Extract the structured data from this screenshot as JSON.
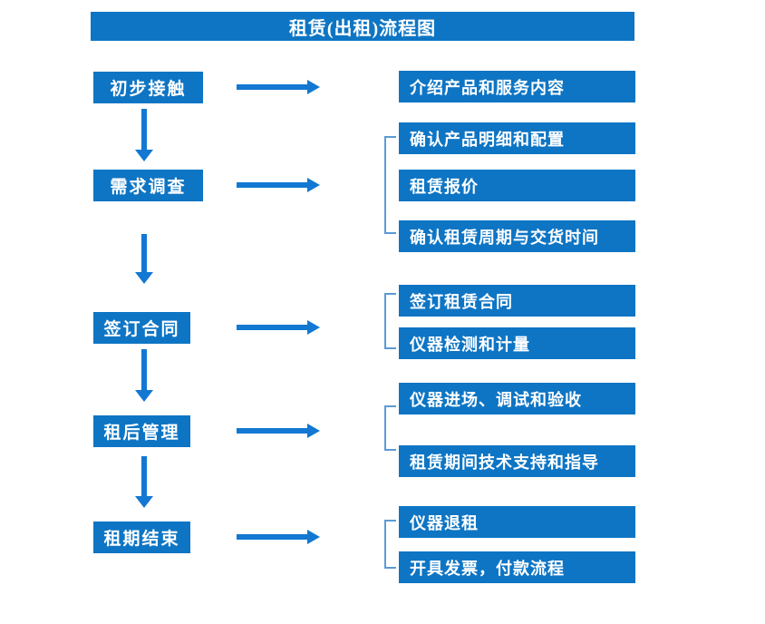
{
  "title": "租赁(出租)流程图",
  "colors": {
    "box_blue": "#0E75C4",
    "arrow_blue": "#1278D2",
    "bracket_blue": "#5B9BD5",
    "text_white": "#FFFFFF"
  },
  "steps": [
    {
      "label": "初步接触",
      "outputs": [
        "介绍产品和服务内容"
      ]
    },
    {
      "label": "需求调查",
      "outputs": [
        "确认产品明细和配置",
        "租赁报价",
        "确认租赁周期与交货时间"
      ]
    },
    {
      "label": "签订合同",
      "outputs": [
        "签订租赁合同",
        "仪器检测和计量"
      ]
    },
    {
      "label": "租后管理",
      "outputs": [
        "仪器进场、调试和验收",
        "租赁期间技术支持和指导"
      ]
    },
    {
      "label": "租期结束",
      "outputs": [
        "仪器退租",
        "开具发票，付款流程"
      ]
    }
  ]
}
